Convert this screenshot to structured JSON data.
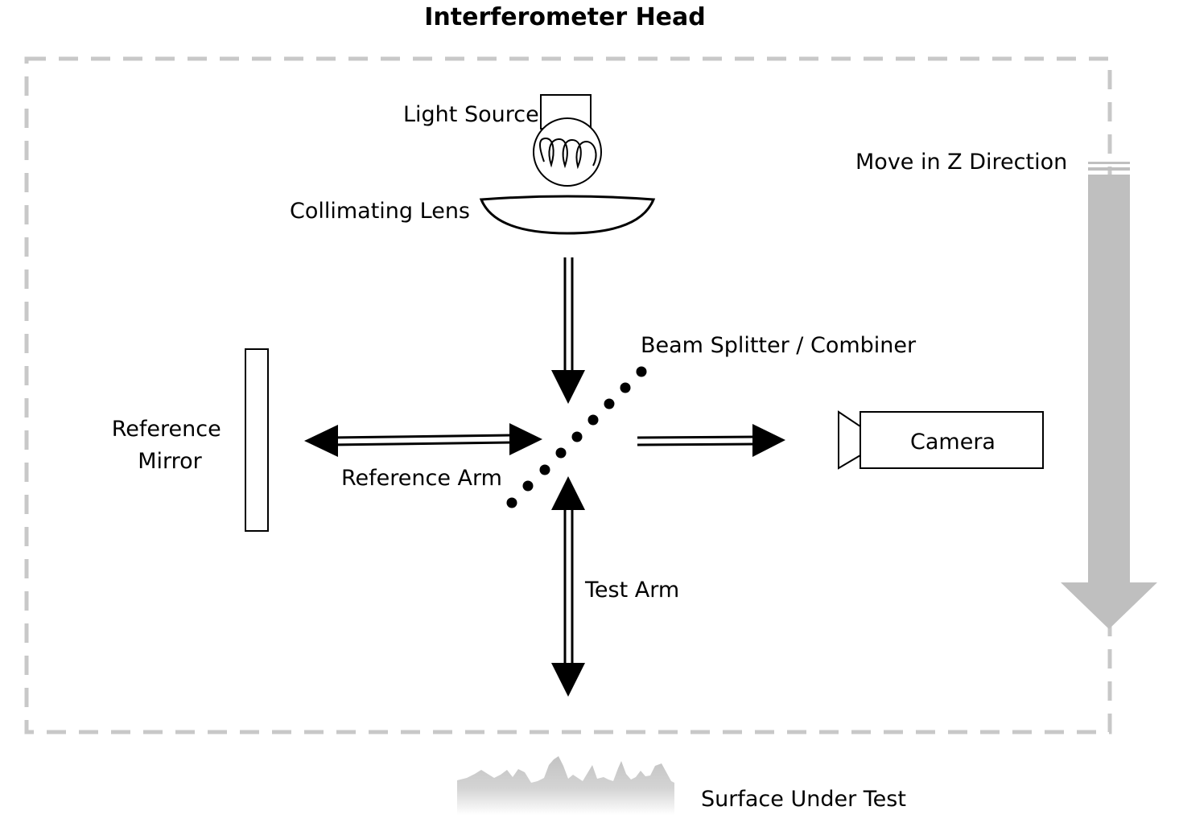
{
  "diagram": {
    "title": "Interferometer Head",
    "labels": {
      "light_source": "Light Source",
      "collimating_lens": "Collimating Lens",
      "move_z": "Move in Z Direction",
      "beam_splitter": "Beam Splitter / Combiner",
      "reference_mirror_line1": "Reference",
      "reference_mirror_line2": "Mirror",
      "reference_arm": "Reference Arm",
      "camera": "Camera",
      "test_arm": "Test Arm",
      "surface": "Surface Under Test"
    },
    "colors": {
      "ink": "#000000",
      "enclosure_dash": "#c8c8c8",
      "z_arrow": "#bfbfbf",
      "surface": "#c6c6c6"
    }
  }
}
